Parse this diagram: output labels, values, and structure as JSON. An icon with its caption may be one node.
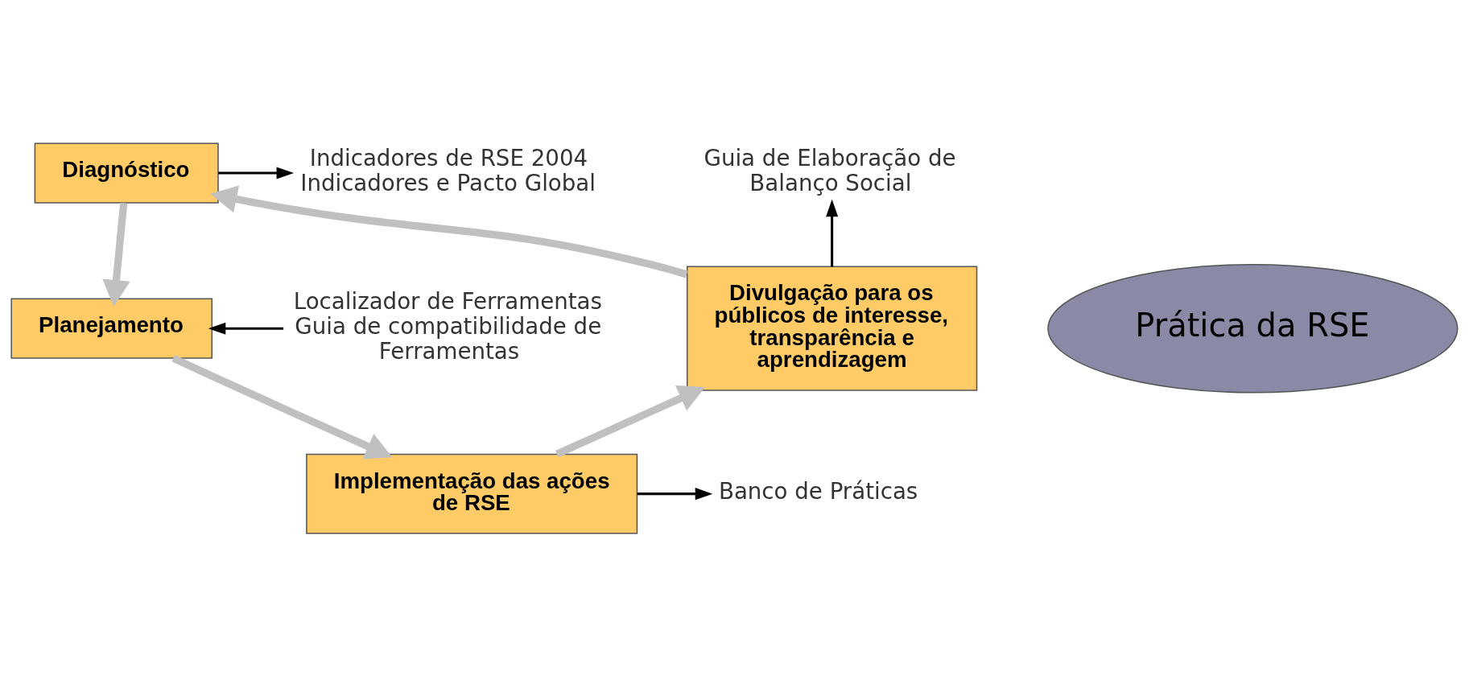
{
  "diagram": {
    "nodes": [
      {
        "text": [
          "Diagnóstico"
        ]
      },
      {
        "text": [
          "Planejamento"
        ]
      },
      {
        "text": [
          "Implementação das ações de RSE"
        ]
      },
      {
        "text": [
          "Divulgação para os públicos de interesse, transparência e aprendizagem"
        ]
      },
      {
        "text": [
          "Prática da RSE"
        ]
      },
      {
        "text": [
          "Indicadores de RSE 2004",
          "Indicadores e Pacto Global"
        ]
      },
      {
        "text": [
          "Localizador de Ferramentas",
          "Guia de compatibilidade de Ferramentas"
        ]
      },
      {
        "text": [
          "Banco de Práticas"
        ]
      },
      {
        "text": [
          "Guia de Elaboração de Balanço Social"
        ]
      }
    ],
    "edges": [
      {
        "from": 0,
        "to": 1,
        "arrow": "to",
        "style": "thick",
        "color": "#c0c0c0"
      },
      {
        "from": 1,
        "to": 2,
        "arrow": "to",
        "style": "thick",
        "color": "#c0c0c0"
      },
      {
        "from": 2,
        "to": 3,
        "arrow": "to",
        "style": "thick",
        "color": "#c0c0c0"
      },
      {
        "from": 3,
        "to": 0,
        "arrow": "to",
        "style": "thick",
        "color": "#c0c0c0"
      },
      {
        "from": 0,
        "to": 5,
        "arrow": "to",
        "color": "#000000"
      },
      {
        "from": 6,
        "to": 1,
        "arrow": "to",
        "color": "#000000"
      },
      {
        "from": 2,
        "to": 7,
        "arrow": "to",
        "color": "#000000"
      },
      {
        "from": 3,
        "to": 8,
        "arrow": "to",
        "color": "#000000"
      }
    ]
  }
}
